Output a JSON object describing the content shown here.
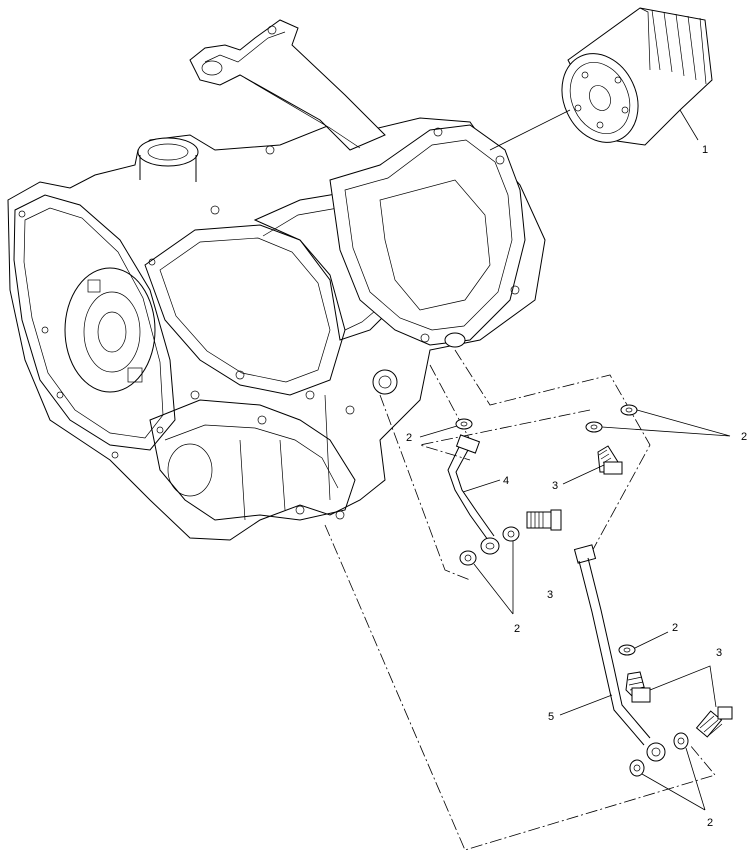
{
  "callouts": {
    "oil_filter": "1",
    "washer_top_left": "2",
    "washer_top_right": "2",
    "washer_pair_middle": "2",
    "washer_lower_right": "2",
    "washer_bottom": "2",
    "bolt_middle": "3",
    "bolt_pipe": "3",
    "bolt_lower": "3",
    "oil_line_upper": "4",
    "oil_line_lower": "5"
  }
}
